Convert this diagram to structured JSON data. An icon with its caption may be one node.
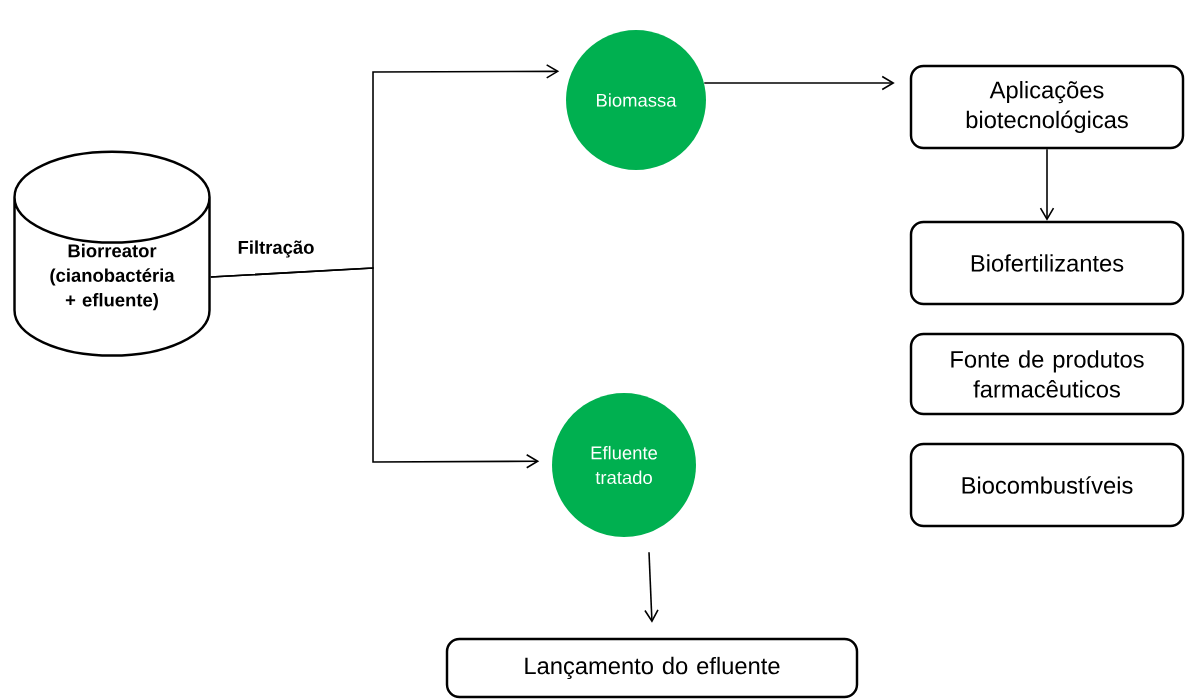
{
  "diagram": {
    "nodes": [
      {
        "text": [
          "Biorreator (cianobactéria + efluente)"
        ]
      },
      {
        "text": [
          "Biomassa"
        ]
      },
      {
        "text": [
          "Efluente tratado"
        ]
      },
      {
        "text": [
          "Aplicações biotecnológicas"
        ]
      },
      {
        "text": [
          "Biofertilizantes"
        ]
      },
      {
        "text": [
          "Fonte de produtos farmacêuticos"
        ]
      },
      {
        "text": [
          "Biocombustíveis"
        ]
      },
      {
        "text": [
          "Lançamento do efluente"
        ]
      }
    ],
    "edges": [
      {
        "from": 0,
        "to": 1,
        "arrow": "to",
        "label": "Filtração"
      },
      {
        "from": 0,
        "to": 2,
        "arrow": "to"
      },
      {
        "from": 1,
        "to": 3,
        "arrow": "to"
      },
      {
        "from": 3,
        "to": 4,
        "arrow": "to"
      },
      {
        "from": 2,
        "to": 7,
        "arrow": "to"
      }
    ]
  }
}
